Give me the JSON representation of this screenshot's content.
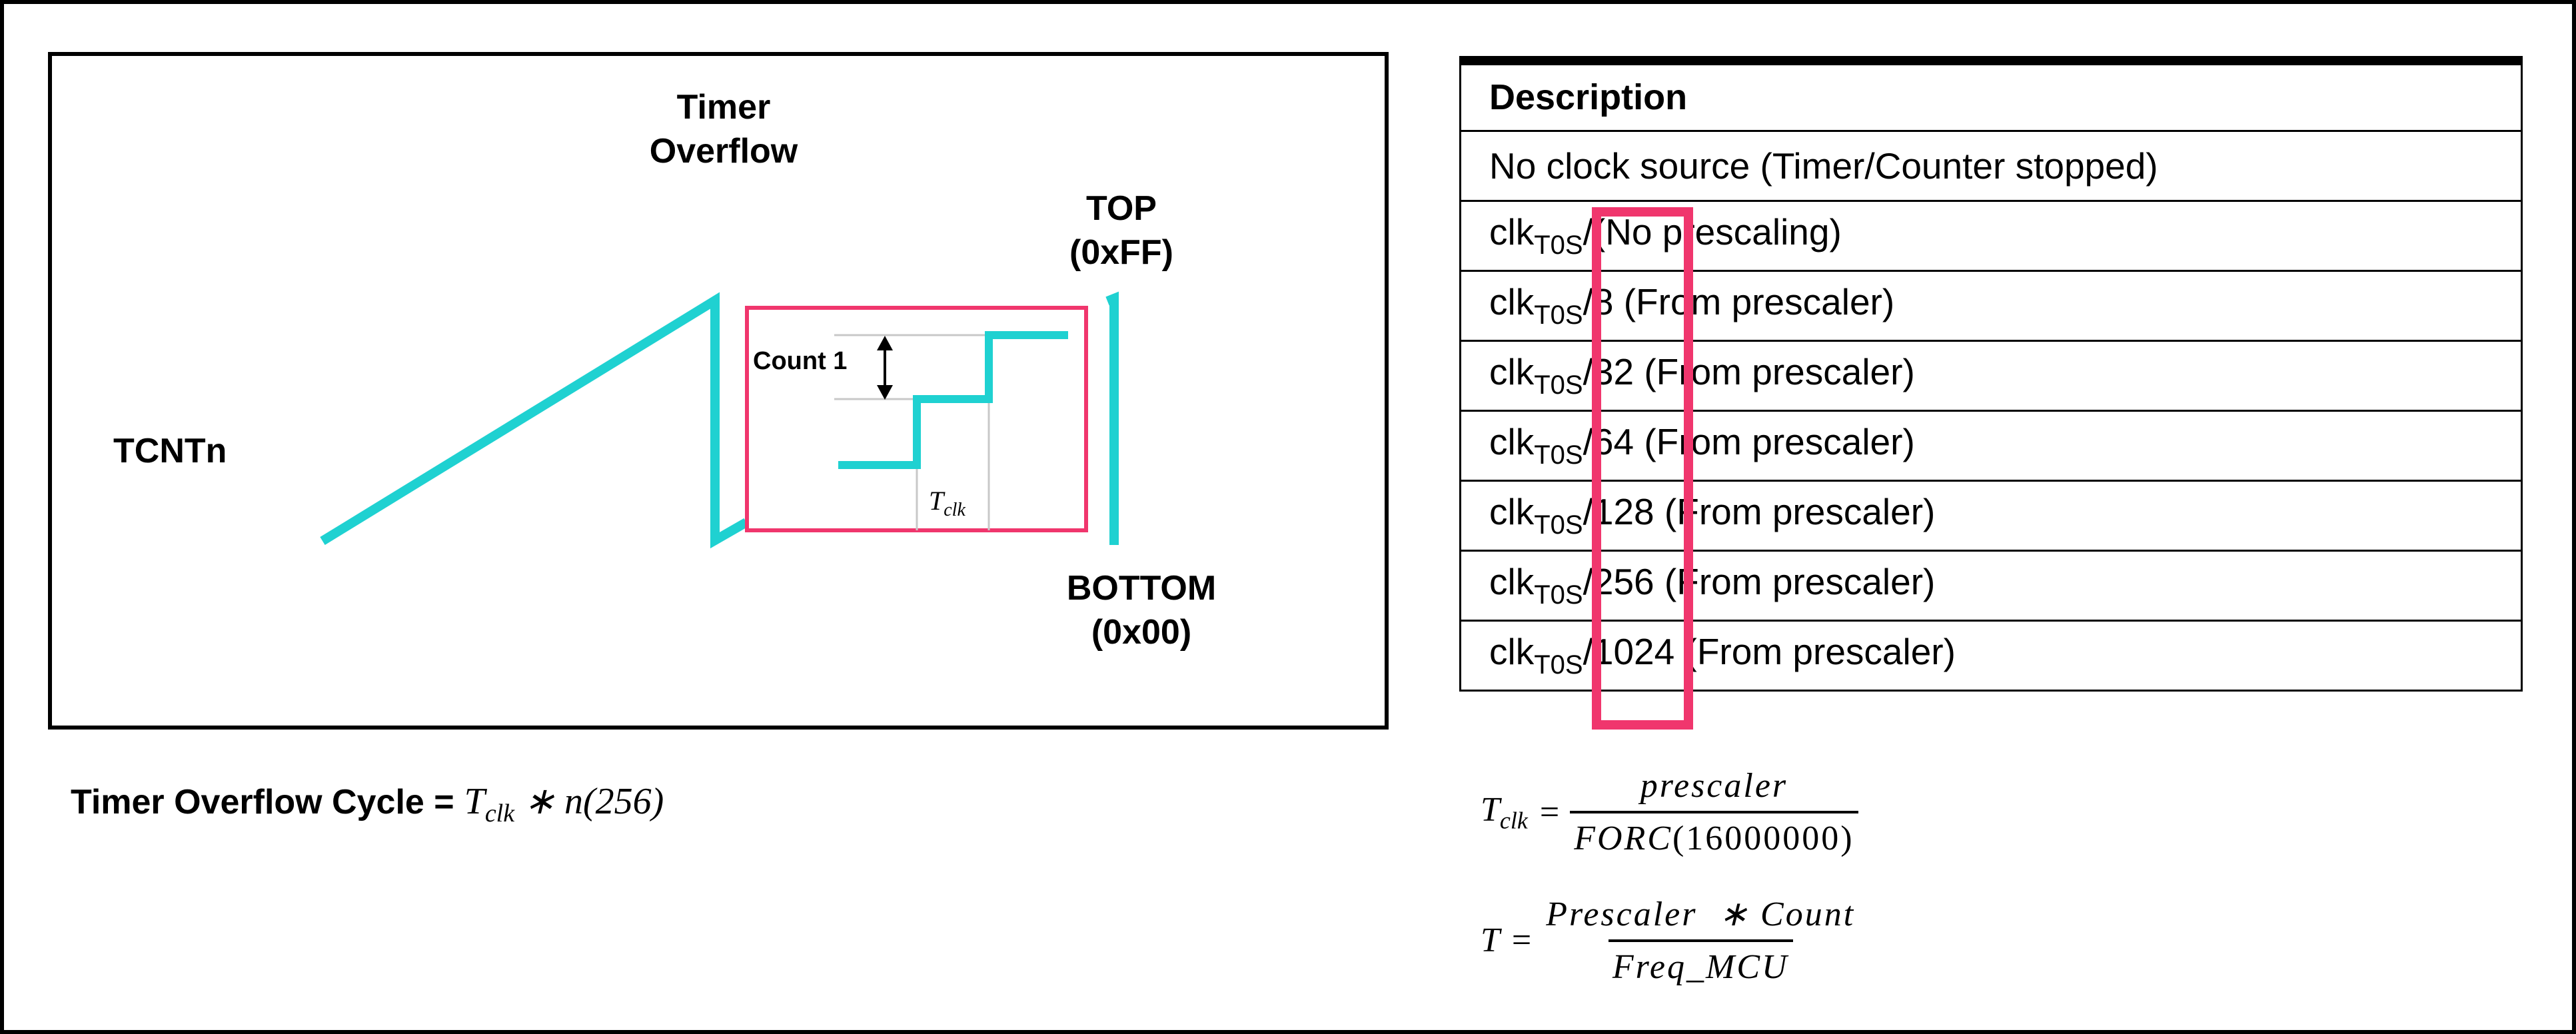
{
  "diagram": {
    "label_timer_overflow_line1": "Timer",
    "label_timer_overflow_line2": "Overflow",
    "label_top_line1": "TOP",
    "label_top_line2": "(0xFF)",
    "label_bottom_line1": "BOTTOM",
    "label_bottom_line2": "(0x00)",
    "label_tcntn": "TCNTn",
    "label_count": "Count 1",
    "label_tclk": "T",
    "label_tclk_sub": "clk"
  },
  "overflow_formula": {
    "bold_text": "Timer Overflow Cycle =",
    "t": "T",
    "t_sub": "clk",
    "rest": " ∗ n(256)"
  },
  "table": {
    "header": "Description",
    "rows": [
      {
        "prefix": "No clock source (Timer/Counter stopped)",
        "sub": "",
        "suffix": ""
      },
      {
        "prefix": "clk",
        "sub": "T0S",
        "suffix": "/(No prescaling)"
      },
      {
        "prefix": "clk",
        "sub": "T0S",
        "suffix": "/8 (From prescaler)"
      },
      {
        "prefix": "clk",
        "sub": "T0S",
        "suffix": "/32 (From prescaler)"
      },
      {
        "prefix": "clk",
        "sub": "T0S",
        "suffix": "/64 (From prescaler)"
      },
      {
        "prefix": "clk",
        "sub": "T0S",
        "suffix": "/128 (From prescaler)"
      },
      {
        "prefix": "clk",
        "sub": "T0S",
        "suffix": "/256 (From prescaler)"
      },
      {
        "prefix": "clk",
        "sub": "T0S",
        "suffix": "/1024 (From prescaler)"
      }
    ]
  },
  "formula_tclk": {
    "lhs": "T",
    "lhs_sub": "clk",
    "eq": "=",
    "numerator": "prescaler",
    "denominator_a": "FORC",
    "denominator_b": "(16000000)"
  },
  "formula_t": {
    "lhs": "T",
    "eq": "=",
    "numerator": "Prescaler  ∗ Count",
    "denominator": "Freq_MCU"
  },
  "colors": {
    "waveform": "#1fd1d1",
    "highlight": "#f0366d",
    "guide": "#c8c8c8"
  }
}
